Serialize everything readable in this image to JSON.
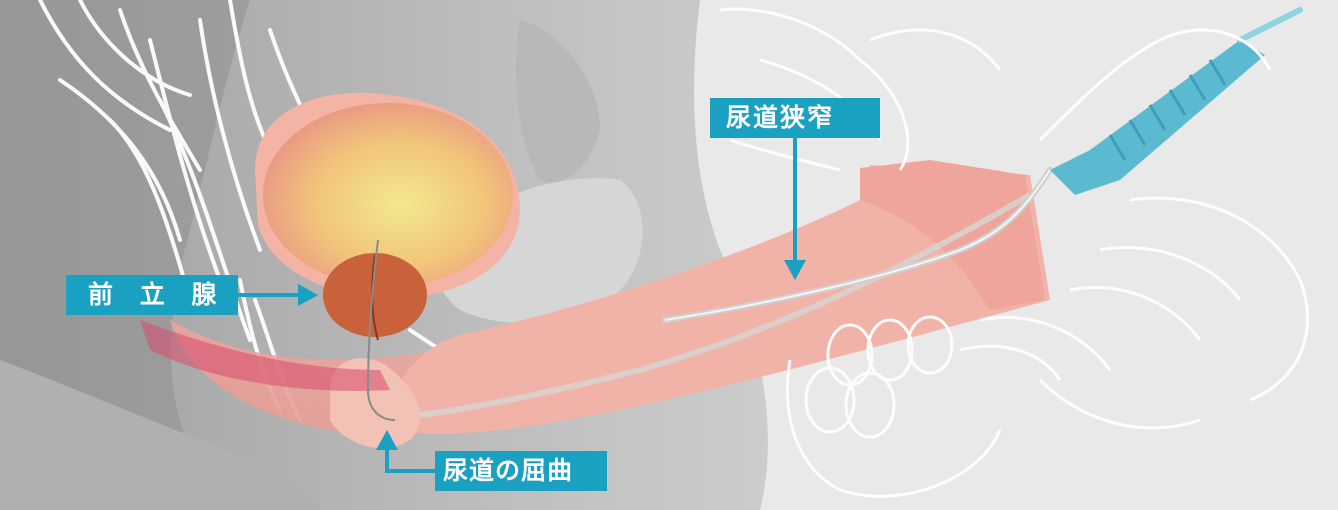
{
  "labels": {
    "prostate": "前 立 腺",
    "urethral_stricture": "尿道狭窄",
    "urethral_bend": "尿道の屈曲"
  },
  "colors": {
    "label_bg": "#1aa0c0",
    "label_text": "#ffffff",
    "prostate": "#c9623a",
    "bladder_fill": "#f2d47a",
    "urethra_pink": "#f0b4aa",
    "catheter_blue": "#5bbad0",
    "body_grey": "#bfbfbf"
  }
}
